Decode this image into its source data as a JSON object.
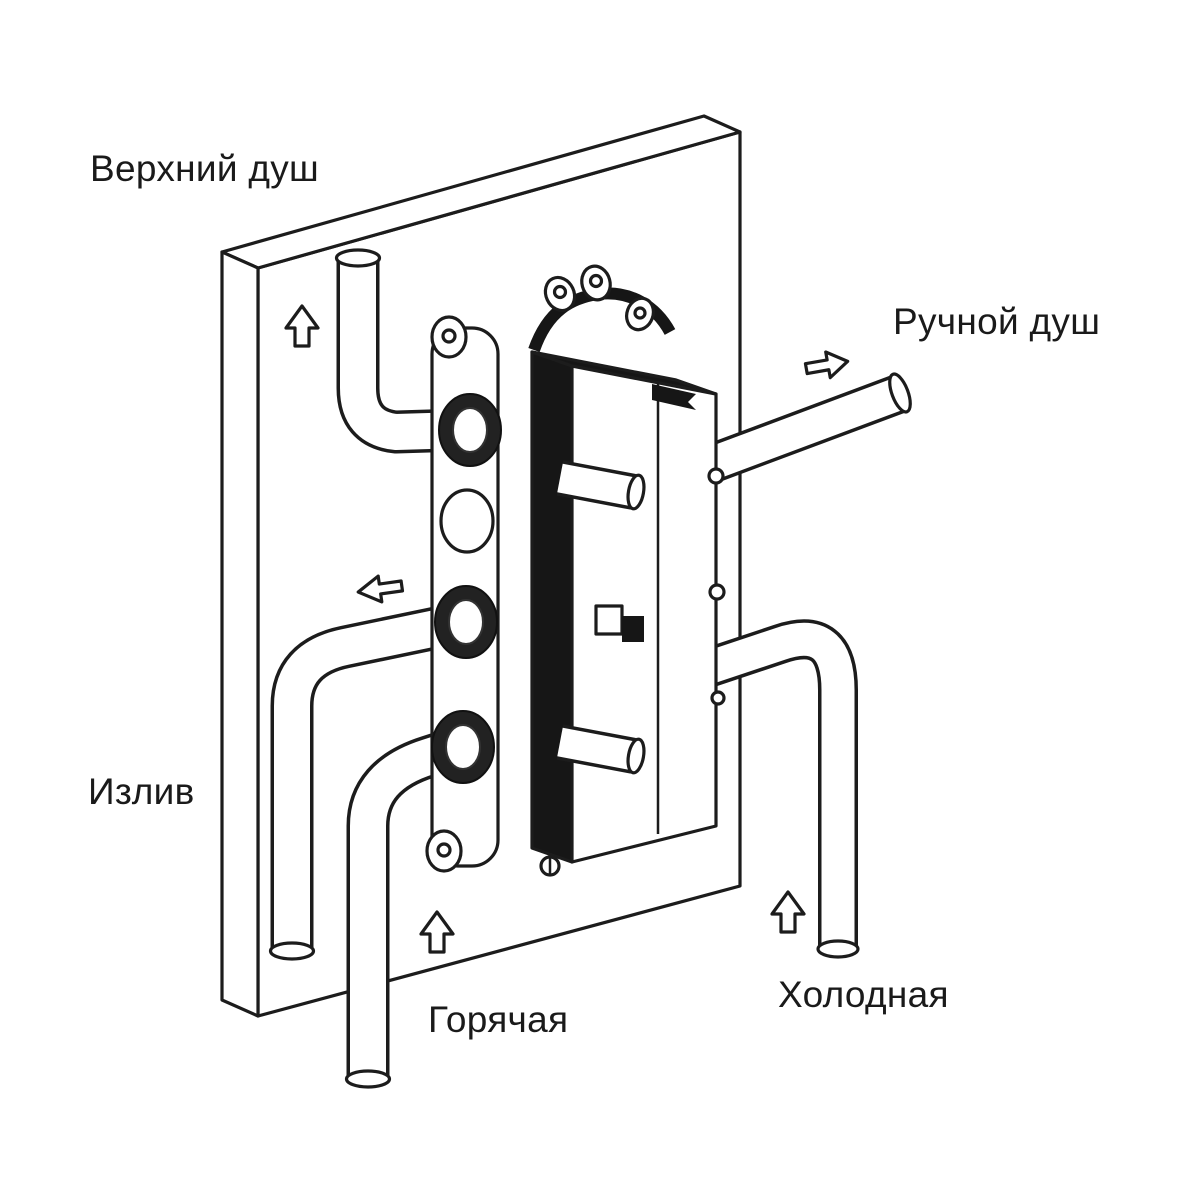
{
  "diagram": {
    "description": "Installation diagram of a concealed shower mixer valve with labeled pipe connections",
    "background_color": "#ffffff",
    "line_color": "#1c1c1c",
    "dark_fill_color": "#161616",
    "labels": {
      "top_shower": "Верхний душ",
      "hand_shower": "Ручной душ",
      "spout": "Излив",
      "hot": "Горячая",
      "cold": "Холодная"
    },
    "arrows": [
      {
        "name": "top-shower-flow-arrow",
        "direction": "up"
      },
      {
        "name": "hand-shower-flow-arrow",
        "direction": "right"
      },
      {
        "name": "spout-flow-arrow",
        "direction": "left"
      },
      {
        "name": "hot-inlet-flow-arrow",
        "direction": "up"
      },
      {
        "name": "cold-inlet-flow-arrow",
        "direction": "up"
      }
    ]
  }
}
